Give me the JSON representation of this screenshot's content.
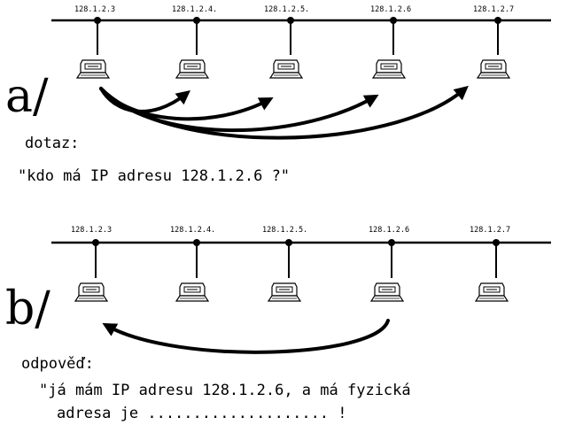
{
  "panels": [
    {
      "id": "a",
      "part_label": "a/",
      "hosts": [
        "128.1.2.3",
        "128.1.2.4.",
        "128.1.2.5.",
        "128.1.2.6",
        "128.1.2.7"
      ],
      "caption": "dotaz:",
      "message_lines": [
        "\"kdo má IP adresu 128.1.2.6 ?\""
      ]
    },
    {
      "id": "b",
      "part_label": "b/",
      "hosts": [
        "128.1.2.3",
        "128.1.2.4.",
        "128.1.2.5.",
        "128.1.2.6",
        "128.1.2.7"
      ],
      "caption": "odpověď:",
      "message_lines": [
        "\"já mám IP adresu 128.1.2.6, a má fyzická",
        "adresa je ....................  !"
      ]
    }
  ],
  "icons": {
    "host": "computer-icon",
    "node": "network-junction-icon",
    "arrow": "arrow-icon"
  },
  "colors": {
    "ink": "#000000",
    "background": "#ffffff"
  }
}
